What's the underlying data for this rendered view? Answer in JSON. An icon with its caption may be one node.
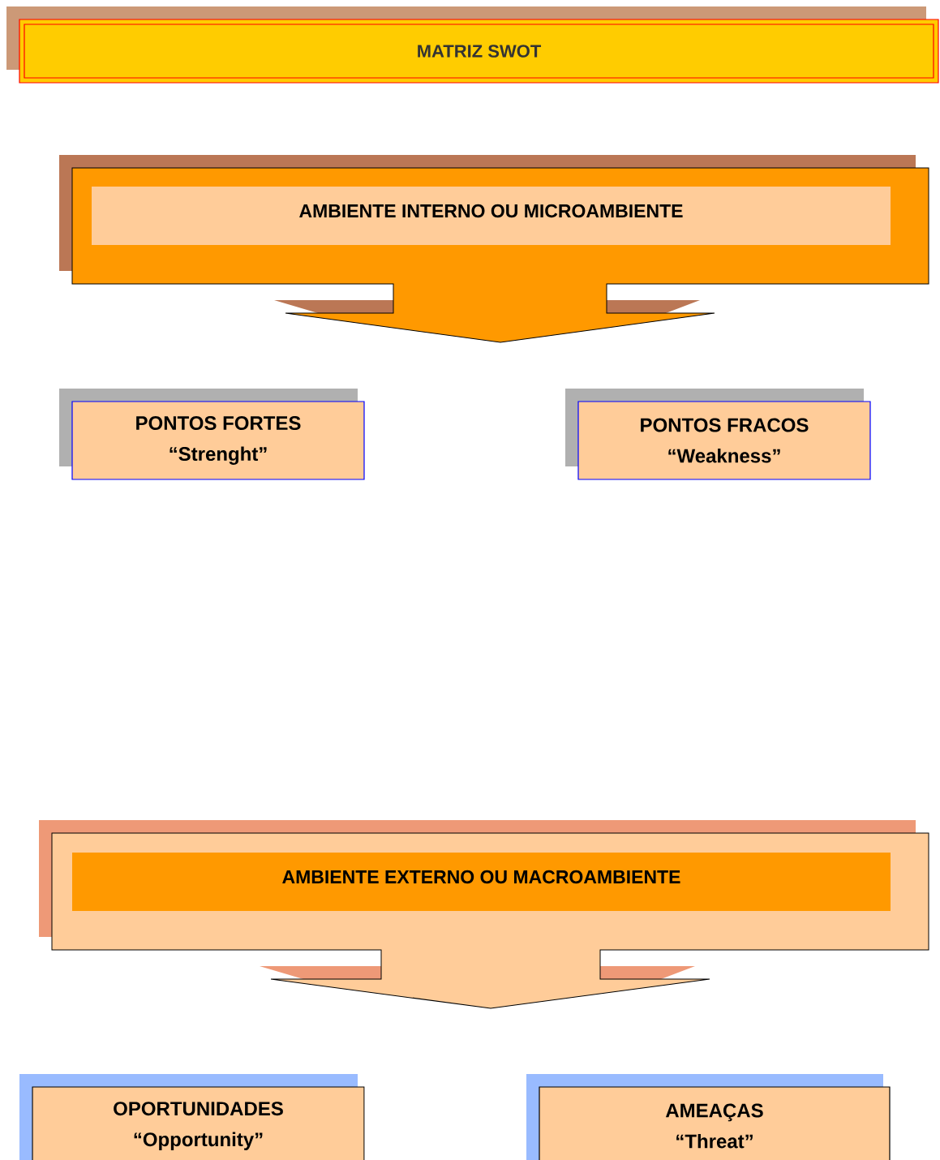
{
  "diagram": {
    "nodes": [
      {
        "text": [
          "MATRIZ SWOT"
        ]
      },
      {
        "text": [
          "AMBIENTE INTERNO OU MICROAMBIENTE"
        ]
      },
      {
        "text": [
          "PONTOS FORTES",
          "“Strenght”"
        ]
      },
      {
        "text": [
          "PONTOS FRACOS",
          "“Weakness”"
        ]
      },
      {
        "text": [
          "AMBIENTE EXTERNO OU MACROAMBIENTE"
        ]
      },
      {
        "text": [
          "OPORTUNIDADES",
          "“Opportunity”"
        ]
      },
      {
        "text": [
          "AMEAÇAS",
          "“Threat”"
        ]
      }
    ]
  }
}
